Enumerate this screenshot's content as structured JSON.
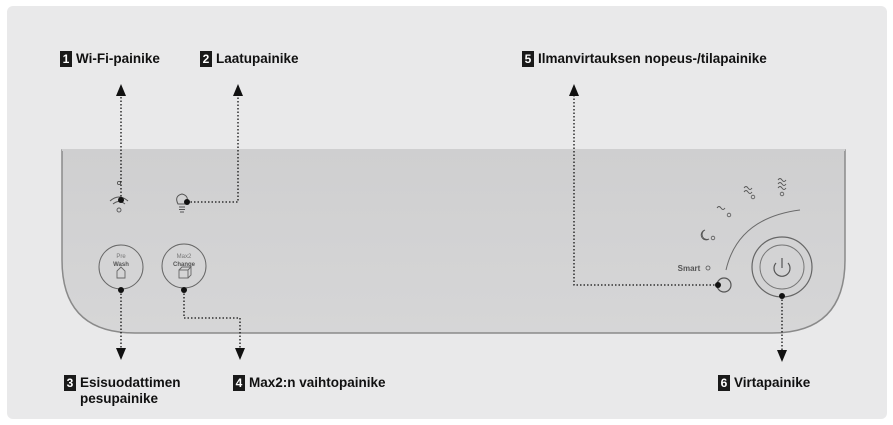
{
  "callouts": [
    {
      "num": "1",
      "text": "Wi-Fi-painike"
    },
    {
      "num": "2",
      "text": "Laatupainike"
    },
    {
      "num": "3",
      "text": "Esisuodattimen pesupainike"
    },
    {
      "num": "4",
      "text": "Max2:n vaihtopainike"
    },
    {
      "num": "5",
      "text": "Ilmanvirtauksen nopeus-/tilapainike"
    },
    {
      "num": "6",
      "text": "Virtapainike"
    }
  ],
  "panel": {
    "prewash_top": "Pre",
    "prewash_bottom": "Wash",
    "max2_top": "Max2",
    "max2_bottom": "Change",
    "smart_label": "Smart"
  },
  "icons": [
    "wifi-icon",
    "bulb-icon",
    "prefilter-icon",
    "filter-icon",
    "sleep-moon-icon",
    "airflow-low-icon",
    "airflow-mid-icon",
    "airflow-high-icon",
    "power-icon"
  ]
}
